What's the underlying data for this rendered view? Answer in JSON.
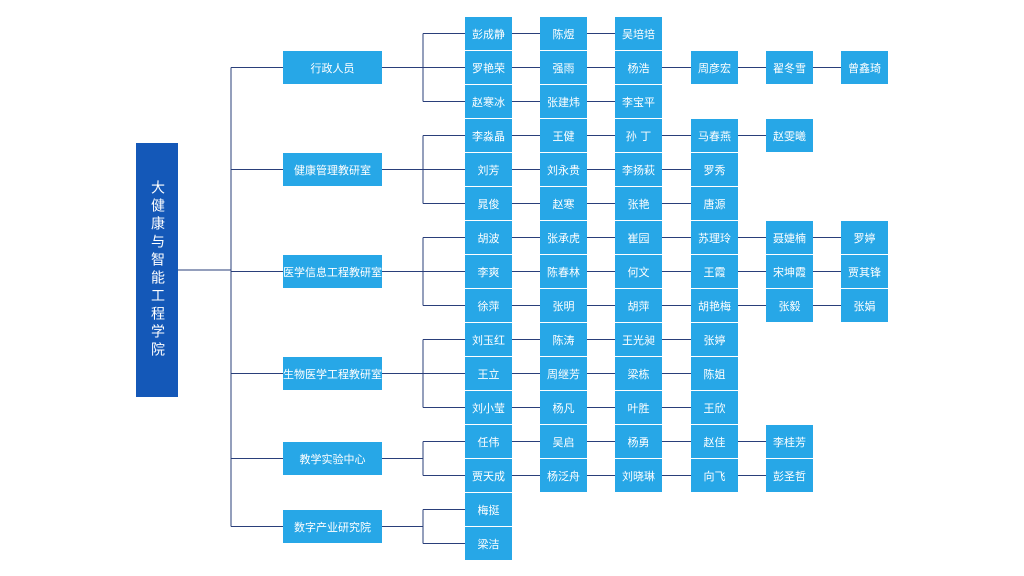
{
  "colors": {
    "root": "#1458b8",
    "node": "#27a7e7",
    "line": "#2a3f7a",
    "text": "#ffffff"
  },
  "root": {
    "label": "大健康与智能工程学院"
  },
  "departments": [
    {
      "label": "行政人员",
      "rows": [
        [
          "彭成静",
          "陈煜",
          "吴培培"
        ],
        [
          "罗艳荣",
          "强雨",
          "杨浩",
          "周彦宏",
          "翟冬雪",
          "曾鑫琦"
        ],
        [
          "赵寒冰",
          "张建炜",
          "李宝平"
        ]
      ]
    },
    {
      "label": "健康管理教研室",
      "rows": [
        [
          "李淼晶",
          "王健",
          "孙 丁",
          "马春燕",
          "赵雯曦"
        ],
        [
          "刘芳",
          "刘永贵",
          "李扬萩",
          "罗秀"
        ],
        [
          "晁俊",
          "赵寒",
          "张艳",
          "唐源"
        ]
      ]
    },
    {
      "label": "医学信息工程教研室",
      "rows": [
        [
          "胡波",
          "张承虎",
          "崔园",
          "苏理玲",
          "聂婕楠",
          "罗婷"
        ],
        [
          "李爽",
          "陈春林",
          "何文",
          "王霞",
          "宋坤霞",
          "贾其锋"
        ],
        [
          "徐萍",
          "张明",
          "胡萍",
          "胡艳梅",
          "张毅",
          "张娟"
        ]
      ]
    },
    {
      "label": "生物医学工程教研室",
      "rows": [
        [
          "刘玉红",
          "陈涛",
          "王光昶",
          "张婷"
        ],
        [
          "王立",
          "周继芳",
          "梁栋",
          "陈姐"
        ],
        [
          "刘小莹",
          "杨凡",
          "叶胜",
          "王欣"
        ]
      ]
    },
    {
      "label": "教学实验中心",
      "rows": [
        [
          "任伟",
          "吴启",
          "杨勇",
          "赵佳",
          "李桂芳"
        ],
        [
          "贾天成",
          "杨泛舟",
          "刘晓琳",
          "向飞",
          "彭圣哲"
        ]
      ]
    },
    {
      "label": "数字产业研究院",
      "rows": [
        [
          "梅挺"
        ],
        [
          "梁洁"
        ]
      ]
    }
  ]
}
